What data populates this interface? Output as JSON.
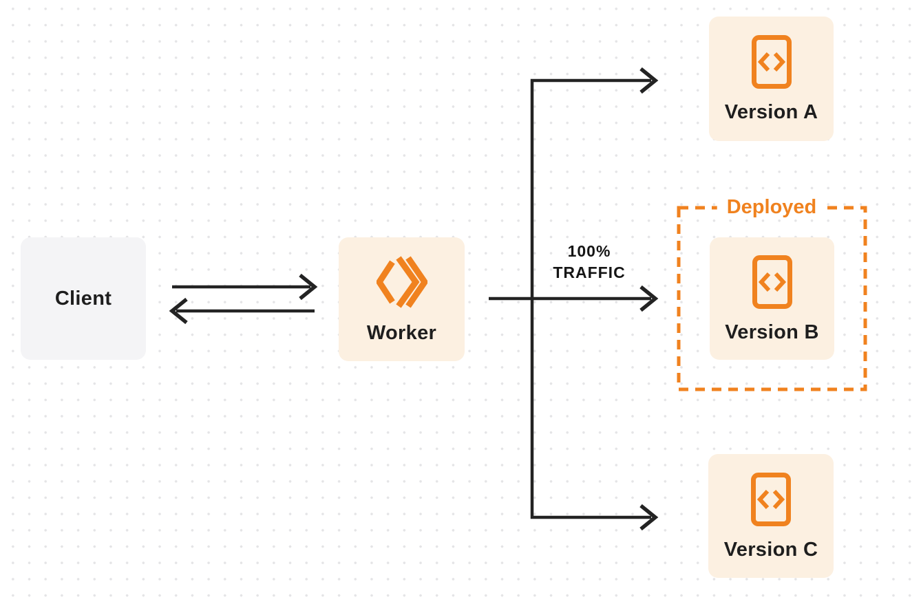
{
  "colors": {
    "background": "#FFFFFF",
    "dot_grid": "#E4E4E6",
    "accent_orange": "#F0821F",
    "arrow_line": "#232323",
    "node_fill_cream": "#FCF0E1",
    "node_fill_gray": "#F4F4F6",
    "text_dark": "#1E1E1E"
  },
  "nodes": {
    "client": {
      "label": "Client"
    },
    "worker": {
      "label": "Worker",
      "icon": "cloudflare-workers-logo-icon"
    },
    "version_a": {
      "label": "Version A",
      "icon": "code-file-icon"
    },
    "version_b": {
      "label": "Version B",
      "icon": "code-file-icon"
    },
    "version_c": {
      "label": "Version C",
      "icon": "code-file-icon"
    }
  },
  "annotations": {
    "deployed_label": "Deployed",
    "traffic_line1": "100%",
    "traffic_line2": "TRAFFIC"
  }
}
